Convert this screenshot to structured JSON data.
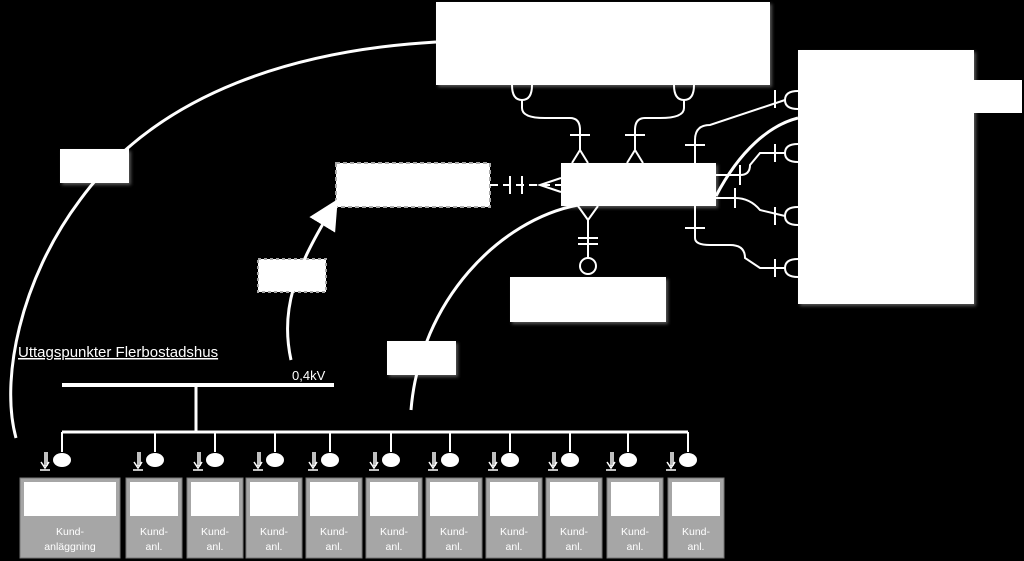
{
  "diagram": {
    "title": "Uttagspunkter Flerbostadshus",
    "voltage": "0,4kV",
    "customers": [
      {
        "line1": "Kund-",
        "line2": "anläggning"
      },
      {
        "line1": "Kund-",
        "line2": "anl."
      },
      {
        "line1": "Kund-",
        "line2": "anl."
      },
      {
        "line1": "Kund-",
        "line2": "anl."
      },
      {
        "line1": "Kund-",
        "line2": "anl."
      },
      {
        "line1": "Kund-",
        "line2": "anl."
      },
      {
        "line1": "Kund-",
        "line2": "anl."
      },
      {
        "line1": "Kund-",
        "line2": "anl."
      },
      {
        "line1": "Kund-",
        "line2": "anl."
      },
      {
        "line1": "Kund-",
        "line2": "anl."
      },
      {
        "line1": "Kund-",
        "line2": "anl."
      }
    ]
  }
}
